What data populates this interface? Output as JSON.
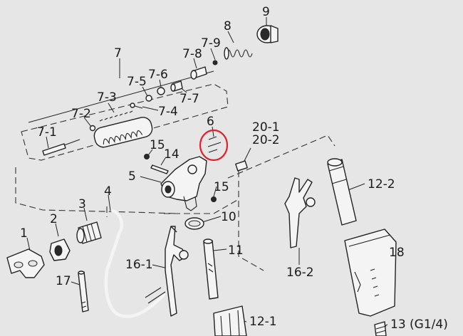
{
  "diagram": {
    "background": "#e6e6e6",
    "highlight_color": "#e0202a",
    "labels": {
      "p1": "1",
      "p2": "2",
      "p3": "3",
      "p4": "4",
      "p5": "5",
      "p6": "6",
      "p7": "7",
      "p7_1": "7-1",
      "p7_2": "7-2",
      "p7_3": "7-3",
      "p7_4": "7-4",
      "p7_5": "7-5",
      "p7_6": "7-6",
      "p7_7": "7-7",
      "p7_8": "7-8",
      "p7_9": "7-9",
      "p8": "8",
      "p9": "9",
      "p10": "10",
      "p11": "11",
      "p12_1": "12-1",
      "p12_2": "12-2",
      "p13": "13 (G1/4)",
      "p14": "14",
      "p15a": "15",
      "p15b": "15",
      "p16_1": "16-1",
      "p16_2": "16-2",
      "p17": "17",
      "p18": "18",
      "p20_1": "20-1",
      "p20_2": "20-2"
    }
  }
}
